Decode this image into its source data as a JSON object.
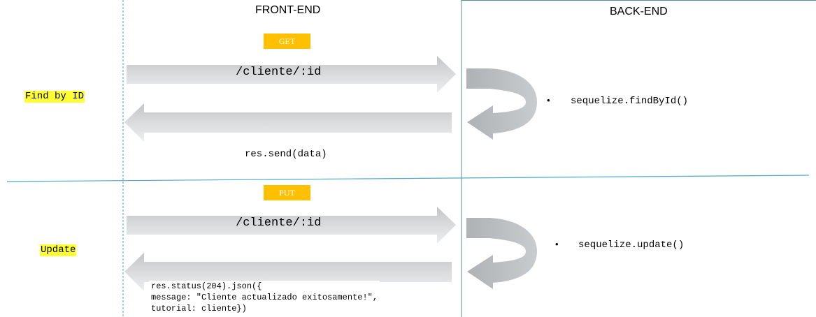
{
  "headers": {
    "front": "FRONT-END",
    "back": "BACK-END"
  },
  "rows": [
    {
      "label": "Find by ID",
      "method": "GET",
      "route": "/cliente/:id",
      "backend_bullet": "•",
      "backend_call": "sequelize.findById()",
      "response_lines": [
        "res.send(data)"
      ]
    },
    {
      "label": "Update",
      "method": "PUT",
      "route": "/cliente/:id",
      "backend_bullet": "•",
      "backend_call": "sequelize.update()",
      "response_lines": [
        "res.status(204).json({",
        "message: \"Cliente actualizado exitosamente!\",",
        "tutorial: cliente})"
      ]
    }
  ],
  "colors": {
    "badge": "#ffc000",
    "highlight": "#ffff33",
    "divider": "#4bacc6",
    "arrow": "#c8cacc"
  }
}
